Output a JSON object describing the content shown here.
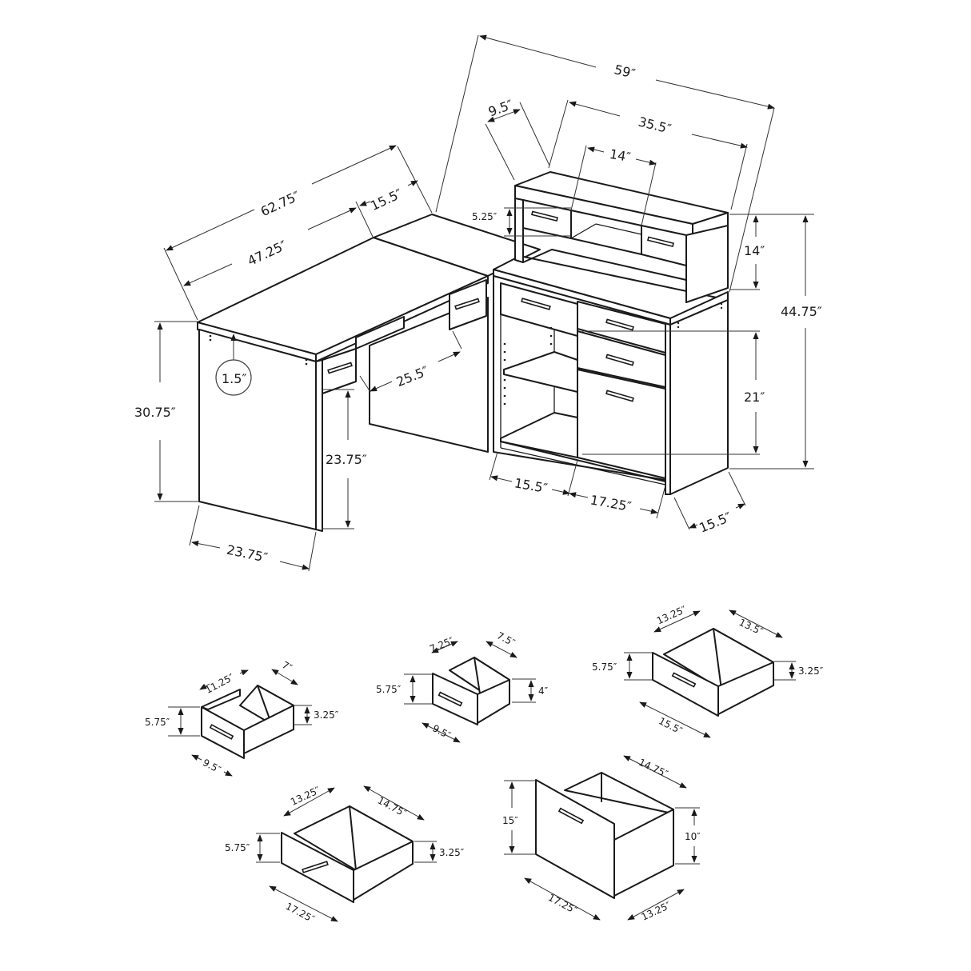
{
  "diagram": {
    "subject": "L-shaped corner desk with hutch — dimension drawing",
    "desk": {
      "overall_width": "59″",
      "left_length": "62.75″",
      "left_inner_length": "47.25″",
      "corner_depth": "15.5″",
      "hutch_depth": "9.5″",
      "hutch_width": "35.5″",
      "hutch_opening": "14″",
      "hutch_drawer_height": "5.25″",
      "hutch_height": "14″",
      "total_height": "44.75″",
      "cabinet_inner_height": "21″",
      "desk_height": "30.75″",
      "top_thickness": "1.5″",
      "knee_clearance_height": "23.75″",
      "knee_width": "25.5″",
      "side_depth": "23.75″",
      "cabinet_left_width": "15.5″",
      "cabinet_right_width": "17.25″",
      "cabinet_depth": "15.5″"
    },
    "drawers": [
      {
        "name": "small-drawer-a",
        "inner_length": "11.25″",
        "inner_width": "7″",
        "front_height": "5.75″",
        "inner_height": "3.25″",
        "front_width": "9.5″"
      },
      {
        "name": "small-drawer-b",
        "inner_length": "7.25″",
        "inner_width": "7.5″",
        "front_height": "5.75″",
        "inner_height": "4″",
        "front_width": "9.5″"
      },
      {
        "name": "medium-drawer",
        "inner_length": "13.25″",
        "inner_width": "13.5″",
        "front_height": "5.75″",
        "inner_height": "3.25″",
        "front_width": "15.5″"
      },
      {
        "name": "wide-drawer",
        "inner_length": "13.25″",
        "inner_width": "14.75″",
        "front_height": "5.75″",
        "inner_height": "3.25″",
        "front_width": "17.25″"
      },
      {
        "name": "file-drawer",
        "inner_length": "14.75″",
        "inner_width": "13.25″",
        "front_height": "15″",
        "inner_height": "10″",
        "front_width": "17.25″"
      }
    ]
  }
}
